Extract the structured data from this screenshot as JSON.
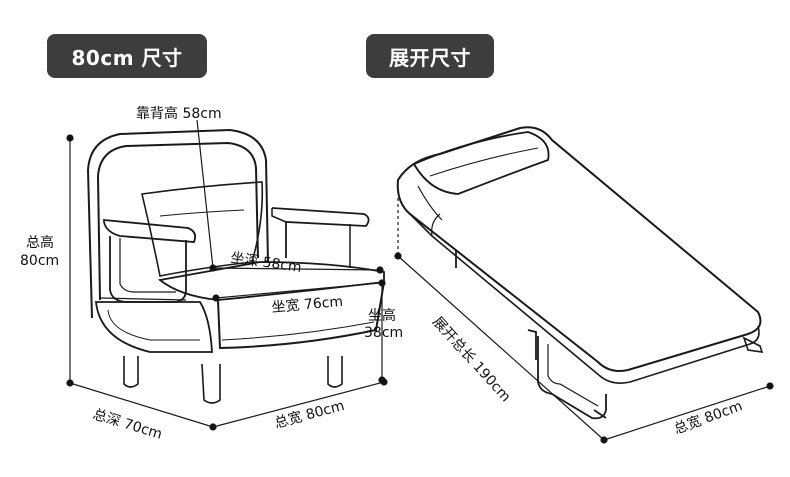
{
  "badges": {
    "left": "80cm 尺寸",
    "right": "展开尺寸"
  },
  "sofa": {
    "back_height": "靠背高 58cm",
    "total_height_1": "总高",
    "total_height_2": "80cm",
    "seat_depth": "坐深 58cm",
    "seat_width": "坐宽 76cm",
    "seat_height_1": "坐高",
    "seat_height_2": "38cm",
    "total_depth": "总深 70cm",
    "total_width": "总宽 80cm"
  },
  "bed": {
    "total_length": "展开总长 190cm",
    "total_width": "总宽 80cm"
  },
  "colors": {
    "badge_bg": "#3d3d3d",
    "line": "#1a1a1a"
  }
}
